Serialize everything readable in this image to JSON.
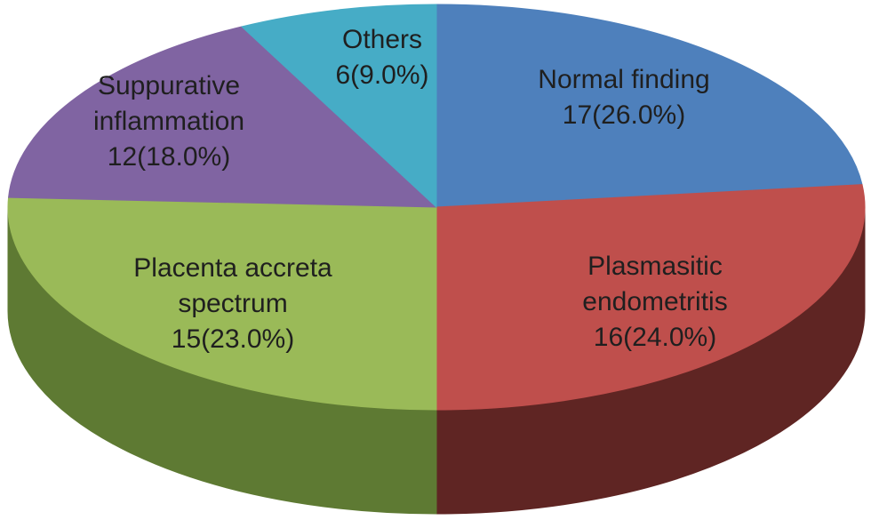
{
  "page": {
    "background": "#ffffff",
    "text_color": "#1f1f1f"
  },
  "chart_data": {
    "type": "pie",
    "style": "3d",
    "direction": "clockwise",
    "start_angle_deg": 0,
    "legend": "none",
    "labels_position": "inside",
    "slices": [
      {
        "label": "Normal finding",
        "count": 17,
        "pct": 26.0,
        "value_label": "17(26.0%)",
        "color": "#4e80bc",
        "side_color": "#2c4e77"
      },
      {
        "label": "Plasmasitic endometritis",
        "count": 16,
        "pct": 24.0,
        "value_label": "16(24.0%)",
        "color": "#bf4f4c",
        "side_color": "#5f2523"
      },
      {
        "label": "Placenta accreta spectrum",
        "count": 15,
        "pct": 23.0,
        "value_label": "15(23.0%)",
        "color": "#9aba58",
        "side_color": "#5e7a33"
      },
      {
        "label": "Suppurative inflammation",
        "count": 12,
        "pct": 18.0,
        "value_label": "12(18.0%)",
        "color": "#8064a2",
        "side_color": "#4a3a60"
      },
      {
        "label": "Others",
        "count": 6,
        "pct": 9.0,
        "value_label": "6(9.0%)",
        "color": "#46acc6",
        "side_color": "#286475"
      }
    ]
  }
}
